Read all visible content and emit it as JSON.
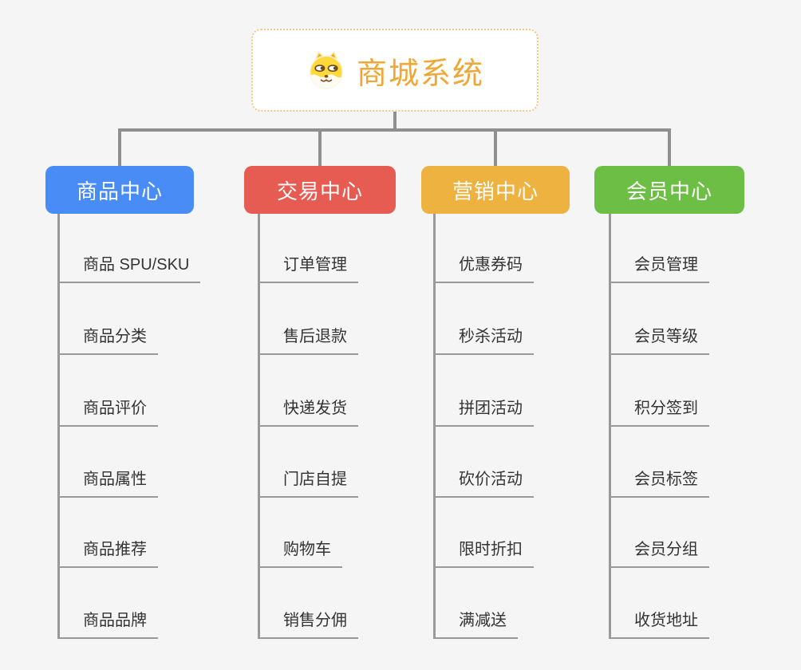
{
  "canvas": {
    "background": "#F5F5F5"
  },
  "root": {
    "title": "商城系统",
    "icon": "doge-icon",
    "text_color": "#F0A735",
    "border_color": "#F4C67E",
    "background": "#FFFFFF"
  },
  "connectors": {
    "color": "#8F8F8F",
    "child_line_color": "#999999"
  },
  "leaf_style": {
    "text_color": "#333333",
    "underline_color": "#999999"
  },
  "branches": [
    {
      "label": "商品中心",
      "color": "#4A8CF5",
      "children": [
        "商品 SPU/SKU",
        "商品分类",
        "商品评价",
        "商品属性",
        "商品推荐",
        "商品品牌"
      ]
    },
    {
      "label": "交易中心",
      "color": "#E65B52",
      "children": [
        "订单管理",
        "售后退款",
        "快递发货",
        "门店自提",
        "购物车",
        "销售分佣"
      ]
    },
    {
      "label": "营销中心",
      "color": "#EDB23F",
      "children": [
        "优惠券码",
        "秒杀活动",
        "拼团活动",
        "砍价活动",
        "限时折扣",
        "满减送"
      ]
    },
    {
      "label": "会员中心",
      "color": "#6DBE45",
      "children": [
        "会员管理",
        "会员等级",
        "积分签到",
        "会员标签",
        "会员分组",
        "收货地址"
      ]
    }
  ]
}
